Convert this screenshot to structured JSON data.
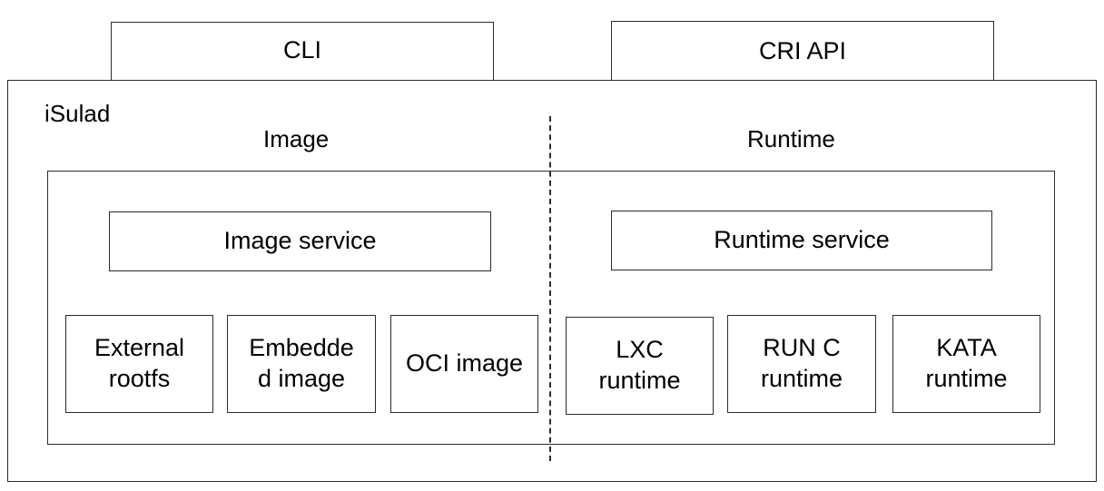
{
  "diagram": {
    "top_interfaces": {
      "cli": "CLI",
      "cri_api": "CRI API"
    },
    "container_label": "iSulad",
    "sections": {
      "image": {
        "heading": "Image",
        "service": "Image service",
        "modules": [
          "External\nrootfs",
          "Embedde\nd image",
          "OCI image"
        ]
      },
      "runtime": {
        "heading": "Runtime",
        "service": "Runtime service",
        "modules": [
          "LXC\nruntime",
          "RUN C\nruntime",
          "KATA\nruntime"
        ]
      }
    },
    "colors": {
      "border": "#2b2b2b",
      "background": "#ffffff",
      "text": "#000000"
    }
  }
}
